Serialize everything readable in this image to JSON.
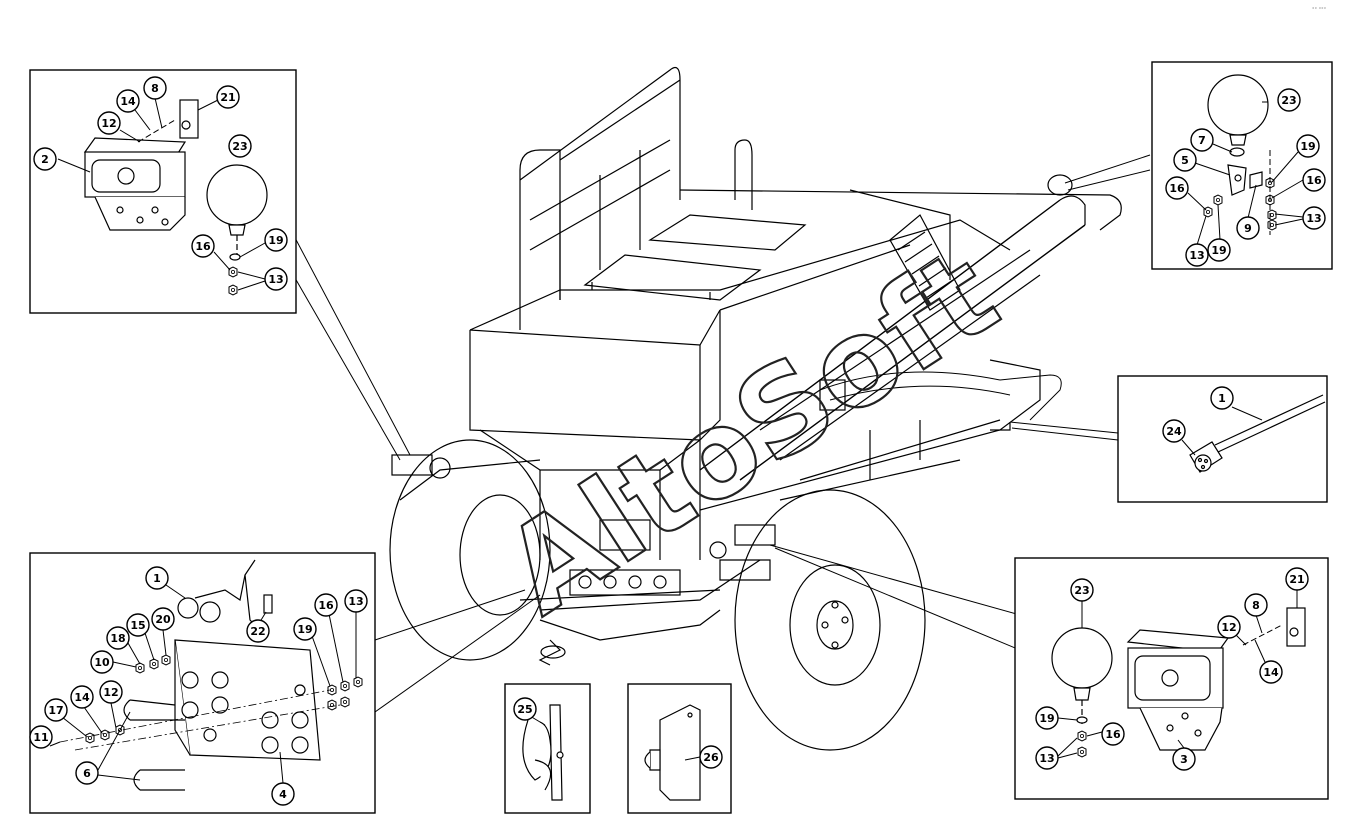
{
  "watermark": "AltoSoft",
  "corner_mark": "°° °°°",
  "callouts": {
    "topleft": [
      "2",
      "12",
      "14",
      "8",
      "21",
      "23",
      "19",
      "16",
      "13"
    ],
    "topright": [
      "23",
      "7",
      "5",
      "16",
      "19",
      "16",
      "13",
      "9",
      "19",
      "13"
    ],
    "midright": [
      "1",
      "24"
    ],
    "bottomleft": [
      "1",
      "20",
      "15",
      "18",
      "10",
      "22",
      "19",
      "16",
      "13",
      "17",
      "14",
      "12",
      "11",
      "6",
      "4"
    ],
    "bottomcenter1": [
      "25"
    ],
    "bottomcenter2": [
      "26"
    ],
    "bottomright": [
      "23",
      "21",
      "12",
      "8",
      "14",
      "19",
      "16",
      "13",
      "3"
    ]
  }
}
